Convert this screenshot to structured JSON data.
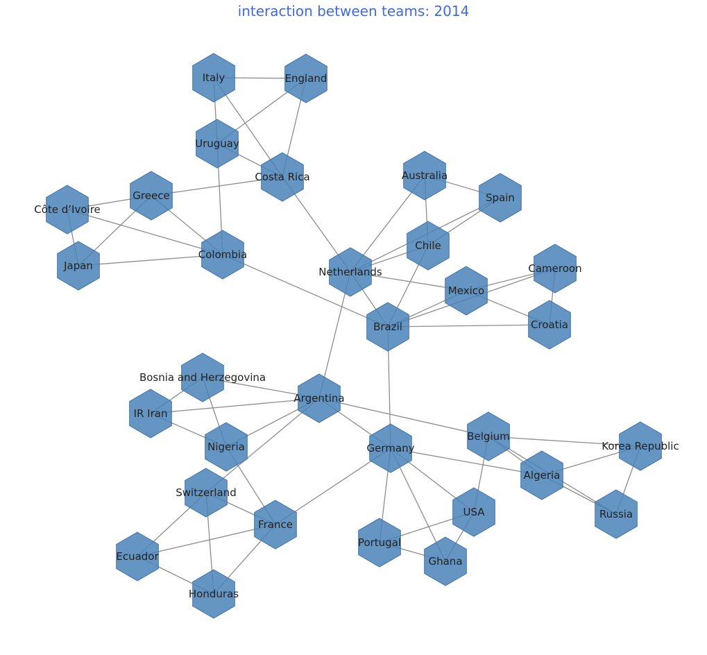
{
  "title": "interaction between teams: 2014",
  "colors": {
    "title": "#4169e1",
    "node": "#4a82b9",
    "edge": "#8c8c8c",
    "label": "#222222"
  },
  "node_shape": "hexagon",
  "nodes": [
    {
      "id": "Italy",
      "label": "Italy"
    },
    {
      "id": "England",
      "label": "England"
    },
    {
      "id": "Uruguay",
      "label": "Uruguay"
    },
    {
      "id": "Costa Rica",
      "label": "Costa Rica"
    },
    {
      "id": "Greece",
      "label": "Greece"
    },
    {
      "id": "Côte d'Ivoire",
      "label": "Côte d’Ivoire"
    },
    {
      "id": "Japan",
      "label": "Japan"
    },
    {
      "id": "Colombia",
      "label": "Colombia"
    },
    {
      "id": "Australia",
      "label": "Australia"
    },
    {
      "id": "Spain",
      "label": "Spain"
    },
    {
      "id": "Chile",
      "label": "Chile"
    },
    {
      "id": "Netherlands",
      "label": "Netherlands"
    },
    {
      "id": "Mexico",
      "label": "Mexico"
    },
    {
      "id": "Cameroon",
      "label": "Cameroon"
    },
    {
      "id": "Croatia",
      "label": "Croatia"
    },
    {
      "id": "Brazil",
      "label": "Brazil"
    },
    {
      "id": "Bosnia and Herzegovina",
      "label": "Bosnia and Herzegovina"
    },
    {
      "id": "Argentina",
      "label": "Argentina"
    },
    {
      "id": "IR Iran",
      "label": "IR Iran"
    },
    {
      "id": "Nigeria",
      "label": "Nigeria"
    },
    {
      "id": "Belgium",
      "label": "Belgium"
    },
    {
      "id": "Korea Republic",
      "label": "Korea Republic"
    },
    {
      "id": "Germany",
      "label": "Germany"
    },
    {
      "id": "Algeria",
      "label": "Algeria"
    },
    {
      "id": "Switzerland",
      "label": "Switzerland"
    },
    {
      "id": "France",
      "label": "France"
    },
    {
      "id": "USA",
      "label": "USA"
    },
    {
      "id": "Russia",
      "label": "Russia"
    },
    {
      "id": "Ecuador",
      "label": "Ecuador"
    },
    {
      "id": "Portugal",
      "label": "Portugal"
    },
    {
      "id": "Ghana",
      "label": "Ghana"
    },
    {
      "id": "Honduras",
      "label": "Honduras"
    }
  ],
  "edges": [
    [
      "Italy",
      "England"
    ],
    [
      "Italy",
      "Uruguay"
    ],
    [
      "Italy",
      "Costa Rica"
    ],
    [
      "England",
      "Uruguay"
    ],
    [
      "England",
      "Costa Rica"
    ],
    [
      "Uruguay",
      "Costa Rica"
    ],
    [
      "Uruguay",
      "Colombia"
    ],
    [
      "Costa Rica",
      "Greece"
    ],
    [
      "Costa Rica",
      "Netherlands"
    ],
    [
      "Greece",
      "Côte d'Ivoire"
    ],
    [
      "Greece",
      "Japan"
    ],
    [
      "Greece",
      "Colombia"
    ],
    [
      "Côte d'Ivoire",
      "Japan"
    ],
    [
      "Côte d'Ivoire",
      "Colombia"
    ],
    [
      "Japan",
      "Colombia"
    ],
    [
      "Colombia",
      "Brazil"
    ],
    [
      "Australia",
      "Spain"
    ],
    [
      "Australia",
      "Chile"
    ],
    [
      "Australia",
      "Netherlands"
    ],
    [
      "Spain",
      "Chile"
    ],
    [
      "Spain",
      "Netherlands"
    ],
    [
      "Chile",
      "Netherlands"
    ],
    [
      "Chile",
      "Brazil"
    ],
    [
      "Netherlands",
      "Mexico"
    ],
    [
      "Netherlands",
      "Brazil"
    ],
    [
      "Netherlands",
      "Argentina"
    ],
    [
      "Mexico",
      "Brazil"
    ],
    [
      "Mexico",
      "Cameroon"
    ],
    [
      "Mexico",
      "Croatia"
    ],
    [
      "Cameroon",
      "Brazil"
    ],
    [
      "Cameroon",
      "Croatia"
    ],
    [
      "Croatia",
      "Brazil"
    ],
    [
      "Brazil",
      "Germany"
    ],
    [
      "Bosnia and Herzegovina",
      "IR Iran"
    ],
    [
      "Bosnia and Herzegovina",
      "Argentina"
    ],
    [
      "Bosnia and Herzegovina",
      "Nigeria"
    ],
    [
      "Argentina",
      "IR Iran"
    ],
    [
      "Argentina",
      "Nigeria"
    ],
    [
      "Argentina",
      "Switzerland"
    ],
    [
      "Argentina",
      "Germany"
    ],
    [
      "Argentina",
      "Belgium"
    ],
    [
      "IR Iran",
      "Nigeria"
    ],
    [
      "Nigeria",
      "France"
    ],
    [
      "Belgium",
      "Korea Republic"
    ],
    [
      "Belgium",
      "Algeria"
    ],
    [
      "Belgium",
      "Russia"
    ],
    [
      "Belgium",
      "USA"
    ],
    [
      "Korea Republic",
      "Algeria"
    ],
    [
      "Korea Republic",
      "Russia"
    ],
    [
      "Algeria",
      "Russia"
    ],
    [
      "Algeria",
      "Germany"
    ],
    [
      "Germany",
      "France"
    ],
    [
      "Germany",
      "USA"
    ],
    [
      "Germany",
      "Portugal"
    ],
    [
      "Germany",
      "Ghana"
    ],
    [
      "USA",
      "Portugal"
    ],
    [
      "USA",
      "Ghana"
    ],
    [
      "Portugal",
      "Ghana"
    ],
    [
      "Switzerland",
      "France"
    ],
    [
      "Switzerland",
      "Ecuador"
    ],
    [
      "Switzerland",
      "Honduras"
    ],
    [
      "France",
      "Ecuador"
    ],
    [
      "France",
      "Honduras"
    ],
    [
      "Ecuador",
      "Honduras"
    ]
  ]
}
